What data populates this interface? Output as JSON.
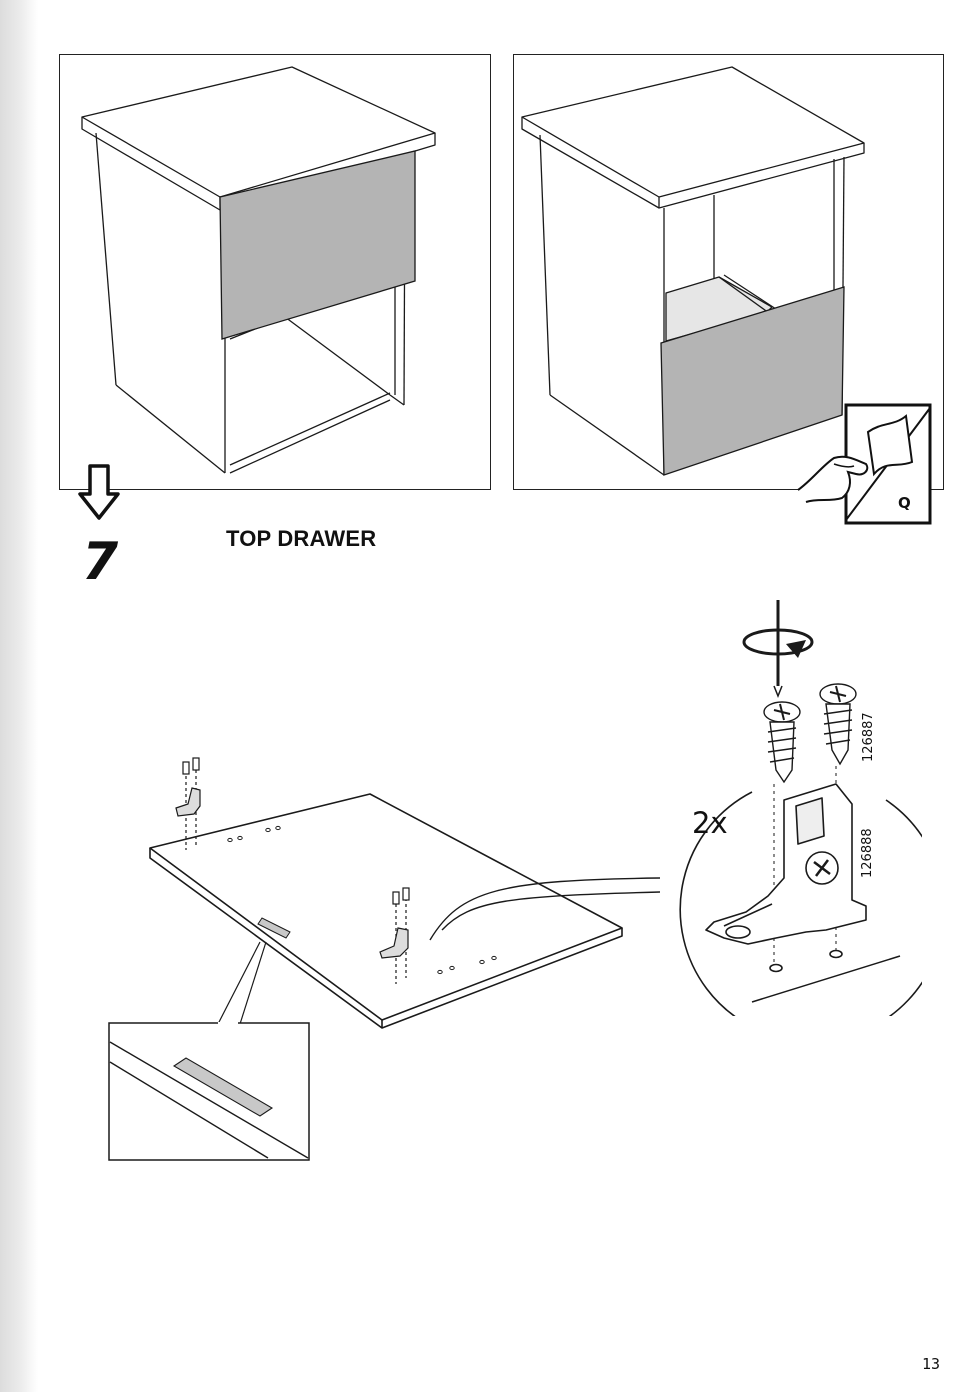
{
  "step": {
    "number": "7",
    "title": "TOP DRAWER"
  },
  "fasteners": {
    "quantity": "2x",
    "screw_part_number": "126887",
    "bracket_part_number": "126888"
  },
  "peel_icon": {
    "label": "Q"
  },
  "page": {
    "number": "13"
  },
  "icons": {
    "next_arrow": "down-arrow-icon",
    "rotate": "clockwise-rotation-icon",
    "peel": "peel-protective-film-icon"
  },
  "colors": {
    "line": "#1a1a1a",
    "drawer_front": "#b4b4b4",
    "label_strip": "#c8c8c8"
  }
}
